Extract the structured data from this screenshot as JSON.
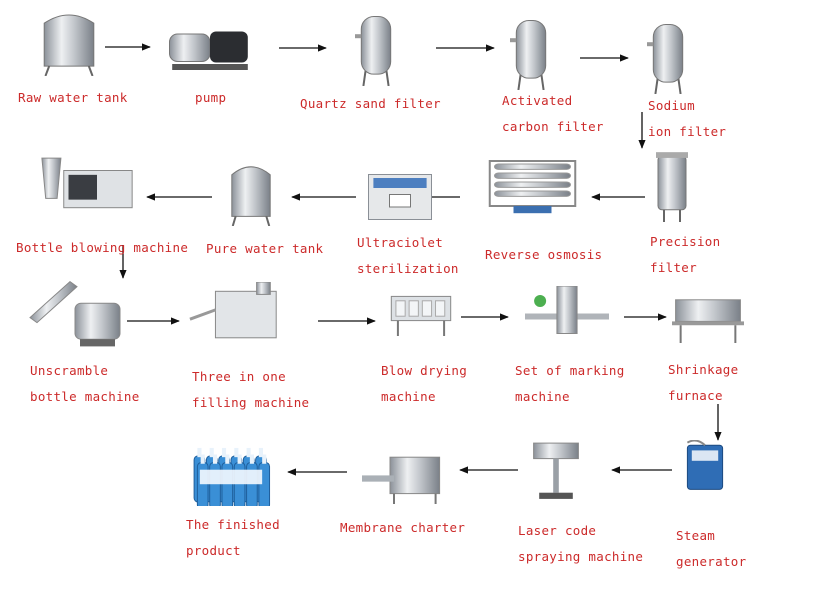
{
  "colors": {
    "label": "#cc2a2a",
    "arrow": "#111111",
    "steel": "#b8bcc2",
    "steel_dark": "#7e848c",
    "bottle": "#3a8fd6"
  },
  "steps": [
    {
      "id": "raw-water-tank",
      "lines": [
        "Raw water tank"
      ],
      "icon": "storage-tank-icon"
    },
    {
      "id": "pump",
      "lines": [
        "pump"
      ],
      "icon": "pump-icon"
    },
    {
      "id": "quartz-sand-filter",
      "lines": [
        "Quartz sand filter"
      ],
      "icon": "filter-vessel-icon"
    },
    {
      "id": "activated-carbon-filter",
      "lines": [
        "Activated",
        "carbon filter"
      ],
      "icon": "filter-vessel-icon"
    },
    {
      "id": "sodium-ion-filter",
      "lines": [
        "Sodium",
        "ion filter"
      ],
      "icon": "filter-vessel-icon"
    },
    {
      "id": "precision-filter",
      "lines": [
        "Precision",
        "filter"
      ],
      "icon": "cartridge-filter-icon"
    },
    {
      "id": "reverse-osmosis",
      "lines": [
        "Reverse osmosis"
      ],
      "icon": "ro-unit-icon"
    },
    {
      "id": "ultraciolet-sterilization",
      "lines": [
        "Ultraciolet",
        "sterilization"
      ],
      "icon": "uv-sterilizer-icon"
    },
    {
      "id": "pure-water-tank",
      "lines": [
        "Pure water tank"
      ],
      "icon": "storage-tank-icon"
    },
    {
      "id": "bottle-blowing-machine",
      "lines": [
        "Bottle blowing machine"
      ],
      "icon": "blow-molder-icon"
    },
    {
      "id": "unscramble-bottle-machine",
      "lines": [
        "Unscramble",
        "bottle machine"
      ],
      "icon": "bottle-unscrambler-icon"
    },
    {
      "id": "three-in-one-filling-machine",
      "lines": [
        "Three in one",
        "filling machine"
      ],
      "icon": "filling-machine-icon"
    },
    {
      "id": "blow-drying-machine",
      "lines": [
        "Blow drying",
        "machine"
      ],
      "icon": "blow-dryer-icon"
    },
    {
      "id": "set-of-marking-machine",
      "lines": [
        "Set of marking",
        "machine"
      ],
      "icon": "labeling-machine-icon"
    },
    {
      "id": "shrinkage-furnace",
      "lines": [
        "Shrinkage",
        "furnace"
      ],
      "icon": "shrink-tunnel-icon"
    },
    {
      "id": "steam-generator",
      "lines": [
        "Steam",
        "generator"
      ],
      "icon": "steam-generator-icon"
    },
    {
      "id": "laser-code-spraying-machine",
      "lines": [
        "Laser code",
        "spraying machine"
      ],
      "icon": "laser-coder-icon"
    },
    {
      "id": "membrane-charter",
      "lines": [
        "Membrane charter"
      ],
      "icon": "film-wrapper-icon"
    },
    {
      "id": "the-finished-product",
      "lines": [
        "The finished",
        "product"
      ],
      "icon": "bottle-pack-icon"
    }
  ]
}
